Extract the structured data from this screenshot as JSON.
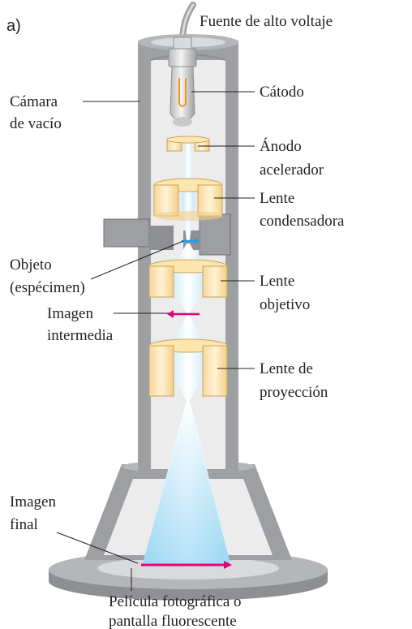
{
  "panel_tag": "a)",
  "labels": {
    "fuente": "Fuente de alto voltaje",
    "camara_1": "Cámara",
    "camara_2": "de vacío",
    "catodo": "Cátodo",
    "anodo_1": "Ánodo",
    "anodo_2": "acelerador",
    "condensadora_1": "Lente",
    "condensadora_2": "condensadora",
    "objeto_1": "Objeto",
    "objeto_2": "(espécimen)",
    "objetivo_1": "Lente",
    "objetivo_2": "objetivo",
    "intermedia_1": "Imagen",
    "intermedia_2": "intermedia",
    "proyeccion_1": "Lente de",
    "proyeccion_2": "proyección",
    "final_1": "Imagen",
    "final_2": "final",
    "pelicula_1": "Película fotográfica o",
    "pelicula_2": "pantalla fluorescente"
  },
  "colors": {
    "housing": "#9d9fa2",
    "housing_dark": "#6d6e71",
    "chamber": "#ececec",
    "lens": "#fde6b0",
    "lens_shade": "#f3cf85",
    "beam": "#8fd3f2",
    "image_arrow": "#e6007e",
    "specimen_arrow": "#1e9de0",
    "filament": "#f7941d"
  }
}
